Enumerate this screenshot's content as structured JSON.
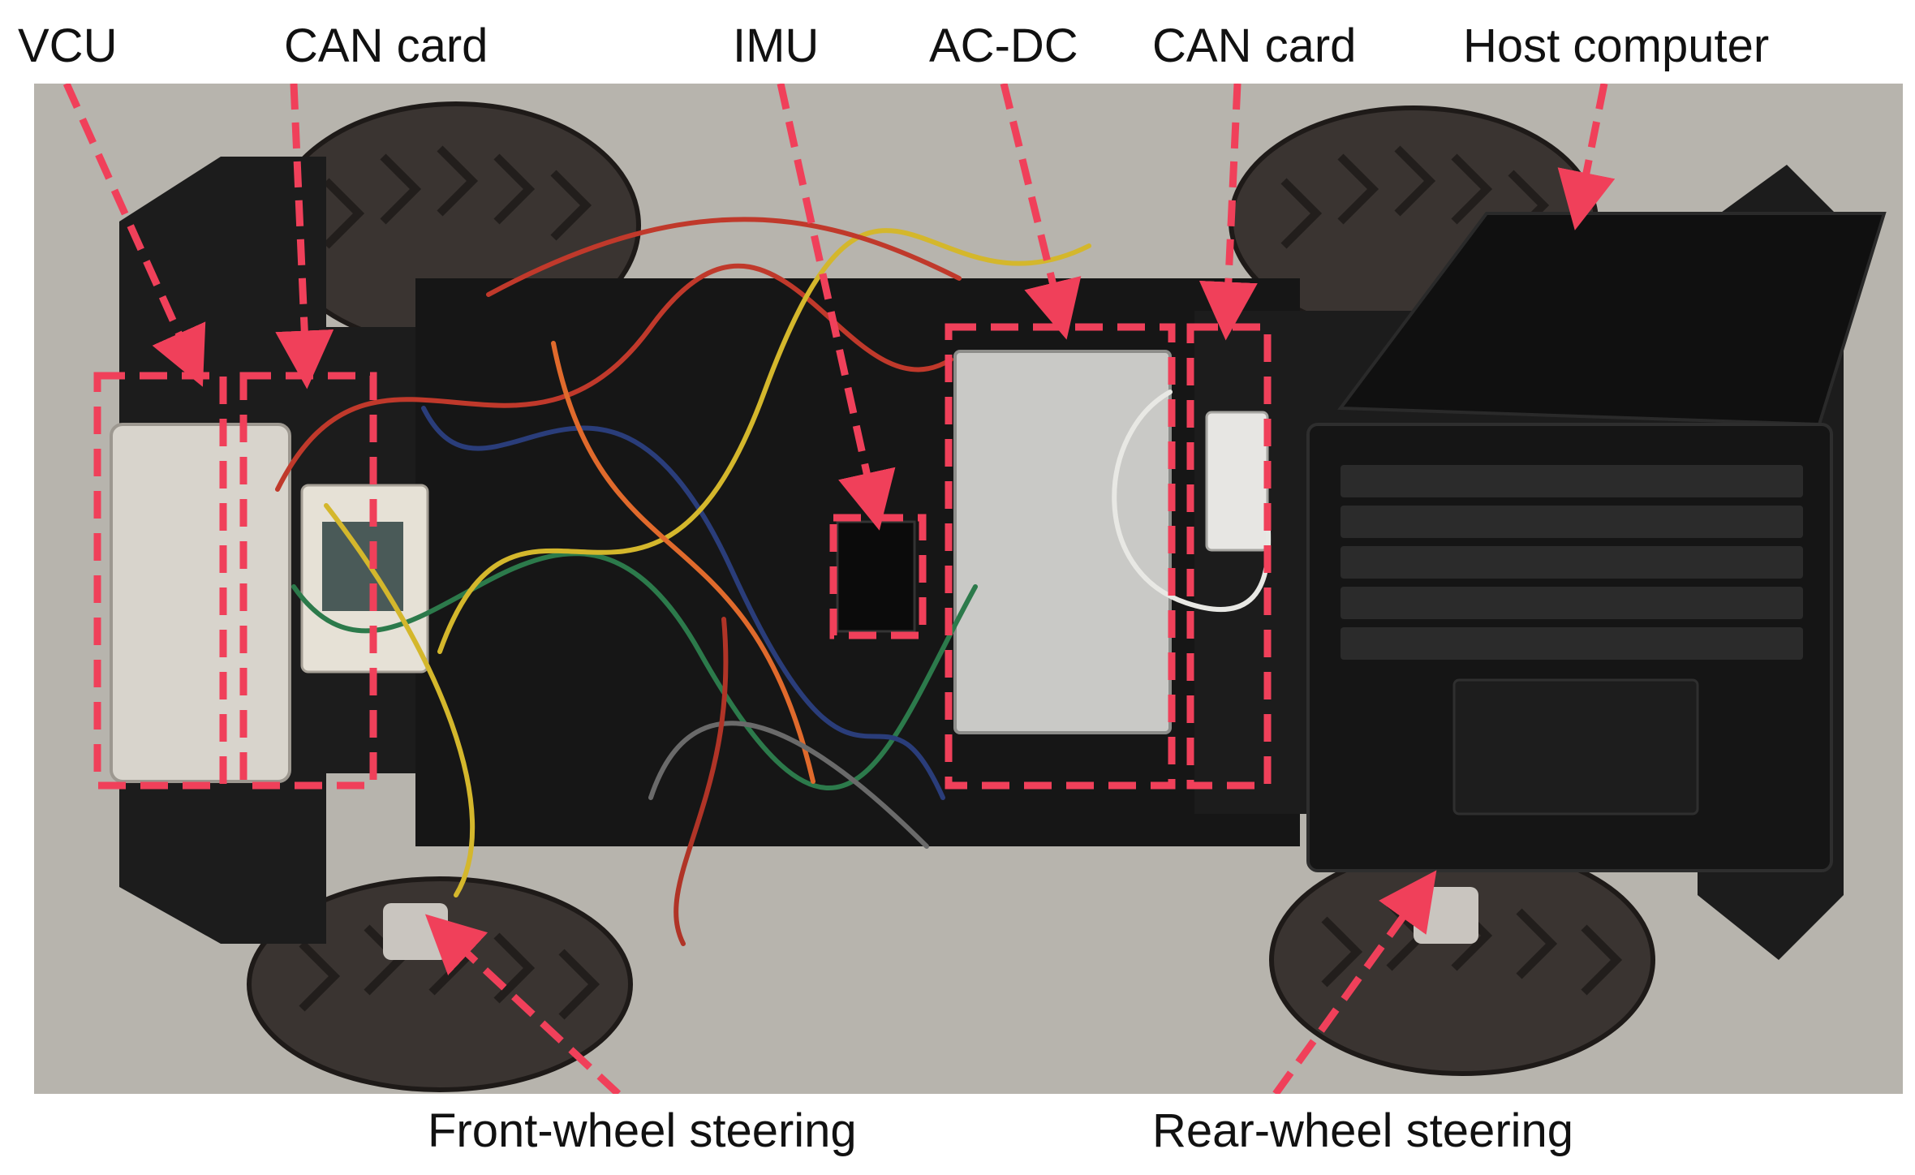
{
  "labels": {
    "vcu": "VCU",
    "can_card_front": "CAN card",
    "imu": "IMU",
    "ac_dc": "AC-DC",
    "can_card_rear": "CAN card",
    "host_computer": "Host computer",
    "front_wheel_steering": "Front-wheel steering",
    "rear_wheel_steering": "Rear-wheel steering"
  },
  "colors": {
    "annotation": "#f0405a",
    "floor": "#b7b4ad",
    "chassis": "#1c1c1c",
    "tire": "#3a3431",
    "laptop": "#151515",
    "panel": "#c9c9c6"
  }
}
